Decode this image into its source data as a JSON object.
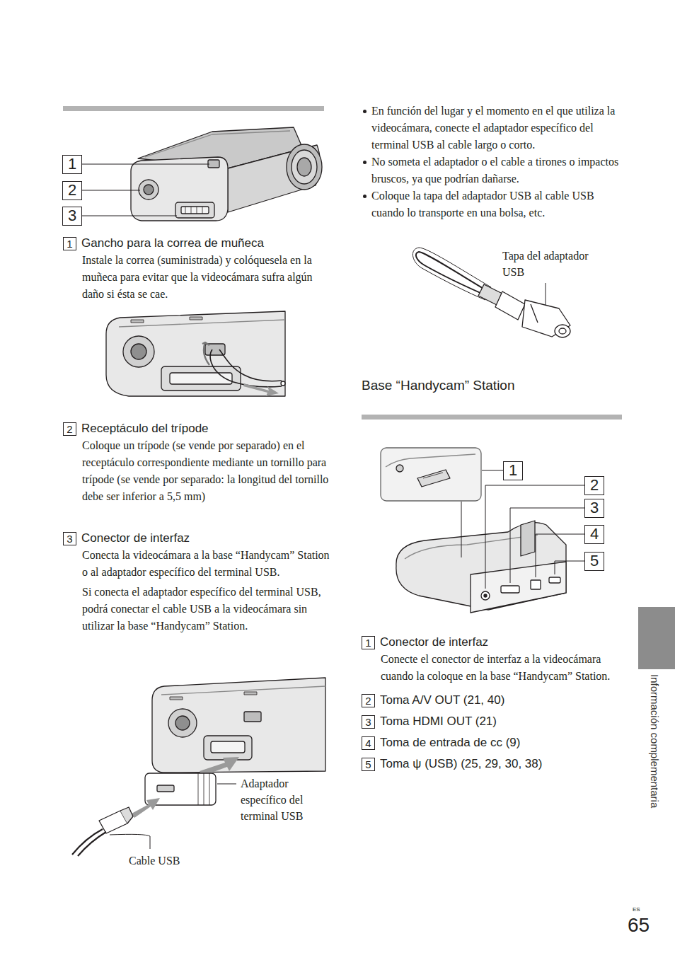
{
  "diagram": {
    "nodes": [
      {
        "text": [
          "1"
        ]
      },
      {
        "text": [
          "2"
        ]
      },
      {
        "text": [
          "3"
        ]
      },
      {
        "text": [
          "1",
          "Gancho para la correa de muñeca",
          "Instale la correa (suministrada) y colóquesela en la muñeca para evitar que la videocámara sufra algún daño si ésta se cae."
        ]
      },
      {
        "text": [
          "2",
          "Receptáculo del trípode",
          "Coloque un trípode (se vende por separado) en el receptáculo correspondiente mediante un tornillo para trípode (se vende por separado: la longitud del tornillo debe ser inferior a 5,5 mm)"
        ]
      },
      {
        "text": [
          "3",
          "Conector de interfaz",
          "Conecta la videocámara a la base “Handycam” Station o al adaptador específico del terminal USB.",
          "Si conecta el adaptador específico del terminal USB, podrá conectar el cable USB a la videocámara sin utilizar la base “Handycam” Station."
        ]
      },
      {
        "text": [
          "1"
        ]
      },
      {
        "text": [
          "2"
        ]
      },
      {
        "text": [
          "3"
        ]
      },
      {
        "text": [
          "4"
        ]
      },
      {
        "text": [
          "5"
        ]
      },
      {
        "text": [
          "1",
          "Conector de interfaz",
          "Conecte el conector de interfaz a la videocámara cuando la coloque en la base “Handycam” Station."
        ]
      },
      {
        "text": [
          "2",
          "Toma A/V OUT (21, 40)"
        ]
      },
      {
        "text": [
          "3",
          "Toma HDMI OUT (21)"
        ]
      },
      {
        "text": [
          "4",
          "Toma de entrada de cc (9)"
        ]
      },
      {
        "text": [
          "5",
          "Toma ψ (USB) (25, 29, 30, 38)"
        ]
      }
    ],
    "labels": [
      "Adaptador específico del terminal USB",
      "Cable USB",
      "En función del lugar y el momento en el que utiliza la videocámara, conecte el adaptador específico del terminal USB al cable largo o corto.",
      "No someta el adaptador o el cable a tirones o impactos bruscos, ya que podrían dañarse.",
      "Coloque la tapa del adaptador USB al cable USB cuando lo transporte en una bolsa, etc.",
      "Tapa del adaptador USB",
      "Base “Handycam” Station",
      "Información complementaria",
      "ES",
      "65"
    ]
  }
}
